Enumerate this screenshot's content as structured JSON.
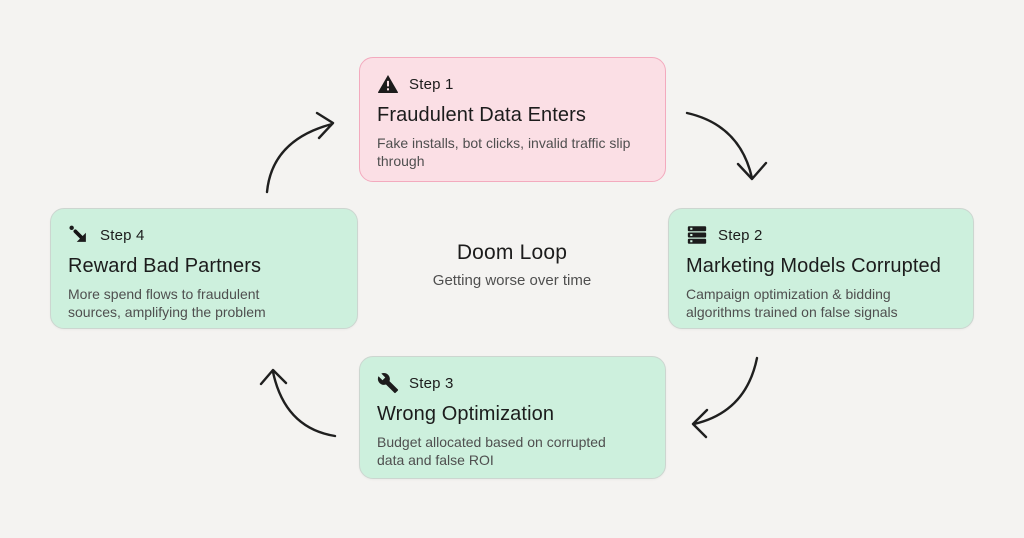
{
  "center": {
    "title": "Doom Loop",
    "subtitle": "Getting worse over time"
  },
  "steps": [
    {
      "label": "Step 1",
      "title": "Fraudulent Data Enters",
      "description": "Fake installs, bot clicks, invalid traffic slip through",
      "icon": "warning-icon",
      "variant": "danger"
    },
    {
      "label": "Step 2",
      "title": "Marketing Models Corrupted",
      "description": "Campaign optimization & bidding algorithms trained on false signals",
      "icon": "server-stack-icon",
      "variant": "success"
    },
    {
      "label": "Step 3",
      "title": "Wrong Optimization",
      "description": "Budget allocated based on corrupted data and false ROI",
      "icon": "wrench-icon",
      "variant": "success"
    },
    {
      "label": "Step 4",
      "title": "Reward Bad Partners",
      "description": "More spend flows to fraudulent sources, amplifying the problem",
      "icon": "arrow-down-right-icon",
      "variant": "success"
    }
  ],
  "colors": {
    "page_bg": "#f4f3f1",
    "danger_bg": "#fbdfe5",
    "danger_border": "#f3aabe",
    "success_bg": "#cdf0dd",
    "success_border": "#ccd6d0",
    "ink": "#1c1c1c",
    "muted": "#4f4f4f",
    "arrow": "#1f1f1f"
  }
}
